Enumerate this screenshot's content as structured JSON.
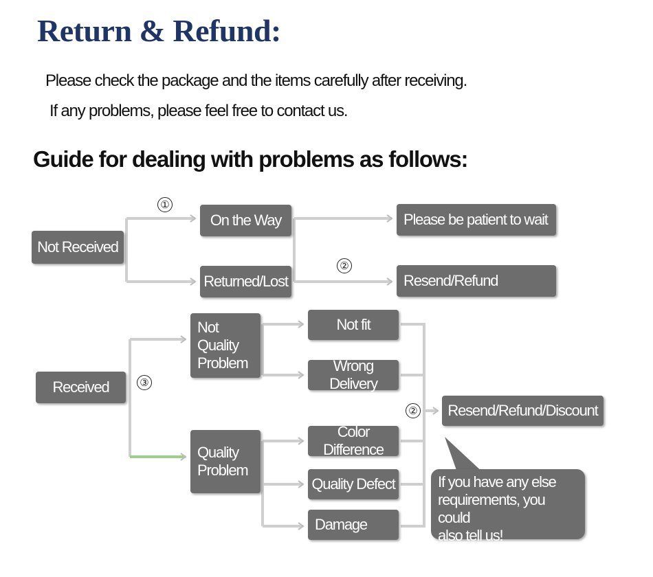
{
  "header": {
    "title": "Return & Refund:",
    "intro_line1": "Please check the package and the items carefully after receiving.",
    "intro_line2": "If any problems, please feel free to contact us.",
    "guide_heading": "Guide for dealing with problems as follows:"
  },
  "flowchart": {
    "not_received": "Not Received",
    "on_the_way": "On the Way",
    "returned_lost": "Returned/Lost",
    "please_wait": "Please be patient to wait",
    "resend_refund": "Resend/Refund",
    "received": "Received",
    "not_quality_problem": [
      "Not",
      "Quality",
      "Problem"
    ],
    "quality_problem": [
      "Quality",
      "Problem"
    ],
    "not_fit": "Not fit",
    "wrong_delivery": "Wrong Delivery",
    "color_difference": "Color Difference",
    "quality_defect": "Quality Defect",
    "damage": "Damage",
    "resend_refund_discount": "Resend/Refund/Discount",
    "note_lines": [
      "If you have any else",
      "requirements, you could",
      "also tell us!"
    ]
  },
  "badges": {
    "one": "①",
    "two": "②",
    "three": "③"
  },
  "colors": {
    "title": "#1f3566",
    "box_fill": "#6d6d6d",
    "connector": "#cfcfcf",
    "connector_green": "#9ccf8a"
  }
}
